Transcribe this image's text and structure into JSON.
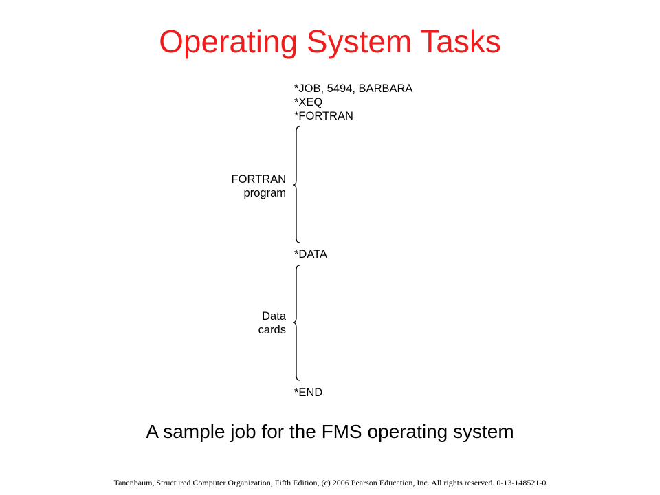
{
  "slide": {
    "title": "Operating System Tasks",
    "caption": "A sample job for the FMS operating system",
    "footer": "Tanenbaum, Structured Computer Organization, Fifth Edition, (c) 2006 Pearson Education, Inc. All rights reserved. 0-13-148521-0"
  },
  "job_deck": {
    "control_cards": [
      "*JOB, 5494, BARBARA",
      "*XEQ",
      "*FORTRAN",
      "*DATA",
      "*END"
    ],
    "groups": [
      {
        "label_lines": [
          "FORTRAN",
          "program"
        ]
      },
      {
        "label_lines": [
          "Data",
          "cards"
        ]
      }
    ]
  }
}
